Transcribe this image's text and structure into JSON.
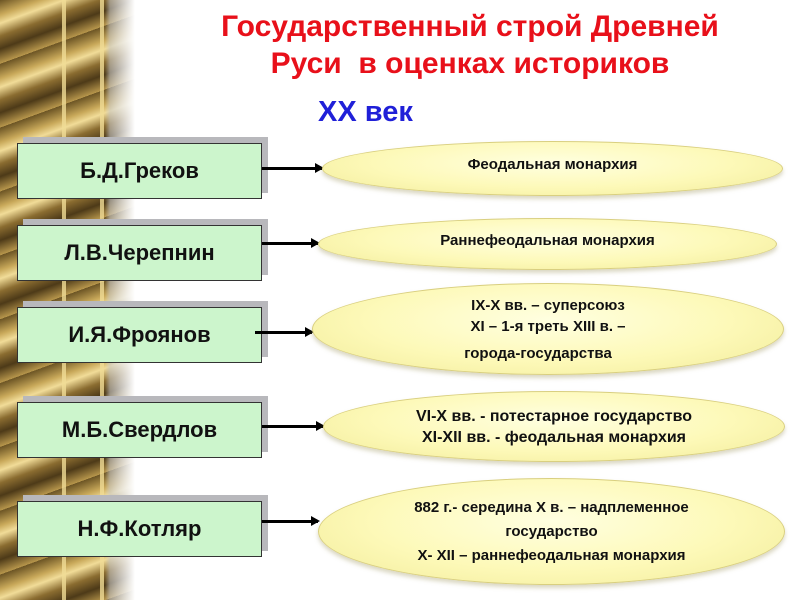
{
  "title": {
    "line1": "Государственный строй Древней",
    "line2": "Руси  в оценках историков"
  },
  "century": "XX век",
  "historians": [
    {
      "name": "Б.Д.Греков",
      "assessment": [
        "Феодальная монархия"
      ]
    },
    {
      "name": "Л.В.Черепнин",
      "assessment": [
        "Раннефеодальная монархия"
      ]
    },
    {
      "name": "И.Я.Фроянов",
      "assessment": [
        "IX-X вв. – суперсоюз",
        "XI – 1-я треть XIII в. –",
        "города-государства"
      ]
    },
    {
      "name": "М.Б.Свердлов",
      "assessment": [
        "VI-X вв. - потестарное государство",
        "XI-XII вв. - феодальная монархия"
      ]
    },
    {
      "name": "Н.Ф.Котляр",
      "assessment": [
        "882 г.- середина X в. – надплеменное",
        "государство",
        "X- XII – раннефеодальная монархия"
      ]
    }
  ],
  "colors": {
    "title": "#e8101a",
    "century": "#2020d8",
    "box": "#ccf5cc",
    "ellipse": "#fdf9b8"
  }
}
